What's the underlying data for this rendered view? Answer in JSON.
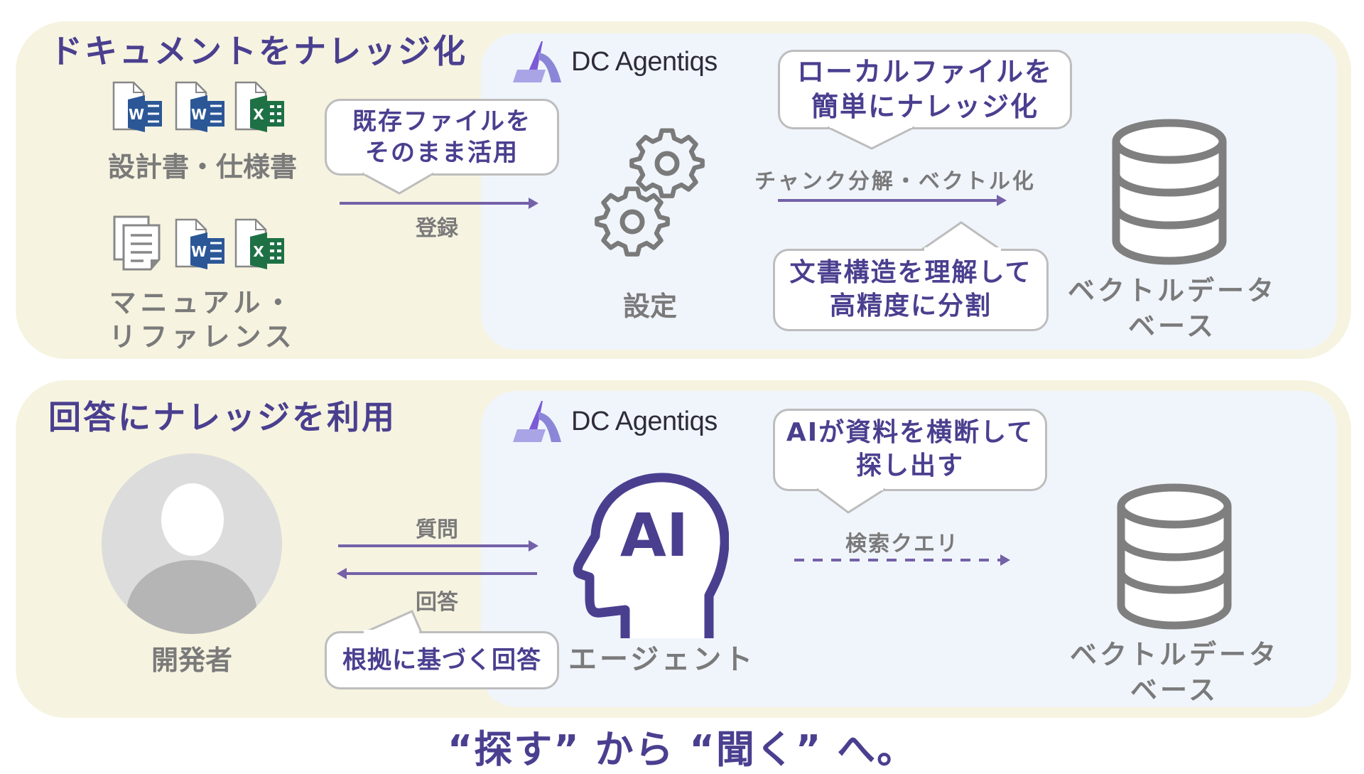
{
  "section1": {
    "title": "ドキュメントをナレッジ化",
    "logo_text": "DC Agentiqs",
    "sources": [
      {
        "label": "設計書・仕様書",
        "icons": [
          "word-file-icon",
          "word-file-icon",
          "excel-file-icon"
        ]
      },
      {
        "label_line1": "マニュアル・",
        "label_line2": "リファレンス",
        "icons": [
          "document-stack-icon",
          "word-file-icon",
          "excel-file-icon"
        ]
      }
    ],
    "bubble_existing": {
      "line1": "既存ファイルを",
      "line2": "そのまま活用"
    },
    "arrow_register_label": "登録",
    "settings_label": "設定",
    "bubble_local": {
      "line1": "ローカルファイルを",
      "line2": "簡単にナレッジ化"
    },
    "arrow_chunk_label": "チャンク分解・ベクトル化",
    "bubble_structure": {
      "line1": "文書構造を理解して",
      "line2": "高精度に分割"
    },
    "db_label_line1": "ベクトルデータ",
    "db_label_line2": "ベース"
  },
  "section2": {
    "title": "回答にナレッジを利用",
    "logo_text": "DC Agentiqs",
    "user_label": "開発者",
    "arrow_question_label": "質問",
    "arrow_answer_label": "回答",
    "bubble_grounded": "根拠に基づく回答",
    "agent_icon_text": "AI",
    "agent_label": "エージェント",
    "bubble_search": {
      "line1": "AIが資料を横断して",
      "line2": "探し出す"
    },
    "arrow_query_label": "検索クエリ",
    "db_label_line1": "ベクトルデータ",
    "db_label_line2": "ベース"
  },
  "tagline": "“探す” から “聞く” へ。",
  "colors": {
    "accent_purple": "#4A3F8F",
    "arrow_purple": "#7461A8",
    "cream_panel": "#F6F3E0",
    "blue_panel": "#F0F5FC",
    "gray_text": "#7A7A7A",
    "word_blue": "#2B5797",
    "excel_green": "#1E7145"
  }
}
